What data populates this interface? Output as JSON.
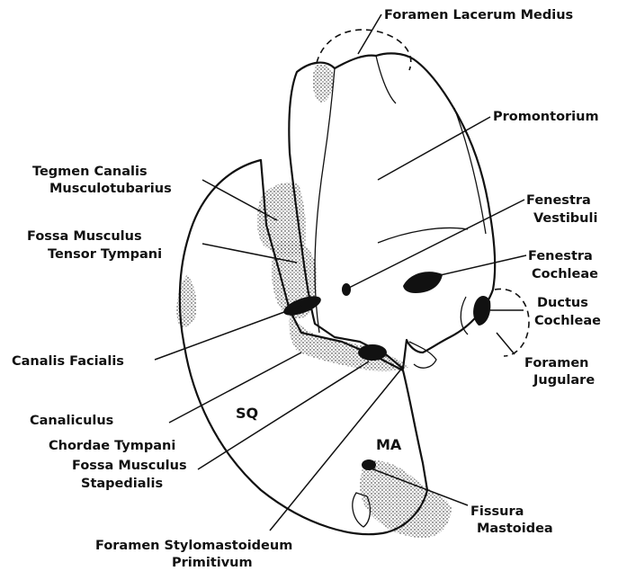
{
  "labels": {
    "foramen_lacerum_medius": "Foramen Lacerum Medius",
    "promontorium": "Promontorium",
    "tegmen_canalis_1": "Tegmen Canalis",
    "tegmen_canalis_2": "Musculotubarius",
    "fossa_tensor_1": "Fossa Musculus",
    "fossa_tensor_2": "Tensor Tympani",
    "fenestra_vestibuli_1": "Fenestra",
    "fenestra_vestibuli_2": "Vestibuli",
    "fenestra_cochleae_1": "Fenestra",
    "fenestra_cochleae_2": "Cochleae",
    "ductus_cochleae_1": "Ductus",
    "ductus_cochleae_2": "Cochleae",
    "canalis_facialis": "Canalis Facialis",
    "foramen_jugulare_1": "Foramen",
    "foramen_jugulare_2": "Jugulare",
    "canaliculus_chordae_1": "Canaliculus",
    "canaliculus_chordae_2": "Chordae Tympani",
    "sq": "SQ",
    "ma": "MA",
    "fossa_stapedialis_1": "Fossa Musculus",
    "fossa_stapedialis_2": "Stapedialis",
    "fissura_mastoidea_1": "Fissura",
    "fissura_mastoidea_2": "Mastoidea",
    "foramen_stylo_1": "Foramen Stylomastoideum",
    "foramen_stylo_2": "Primitivum"
  }
}
